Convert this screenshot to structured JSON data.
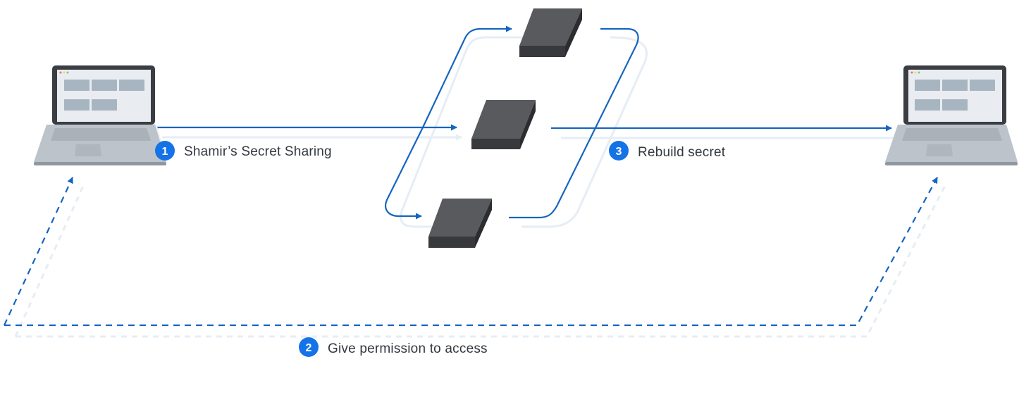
{
  "diagram": {
    "steps": [
      {
        "number": "1",
        "label": "Shamir’s Secret Sharing"
      },
      {
        "number": "2",
        "label": "Give permission to access"
      },
      {
        "number": "3",
        "label": "Rebuild secret"
      }
    ],
    "colors": {
      "accent": "#1565c0",
      "badge": "#1473e6",
      "shadow_line": "#e6edf5",
      "device_top": "#595a5e",
      "device_front": "#38393c",
      "laptop_frame": "#3a3d42",
      "laptop_screen": "#e9edf1",
      "laptop_tile": "#a7b5c1",
      "laptop_base": "#bcc3ca",
      "label_text": "#333840"
    },
    "nodes": [
      {
        "id": "source-laptop",
        "icon": "laptop-icon"
      },
      {
        "id": "share-node-1",
        "icon": "storage-node-icon"
      },
      {
        "id": "share-node-2",
        "icon": "storage-node-icon"
      },
      {
        "id": "share-node-3",
        "icon": "storage-node-icon"
      },
      {
        "id": "destination-laptop",
        "icon": "laptop-icon"
      }
    ]
  }
}
